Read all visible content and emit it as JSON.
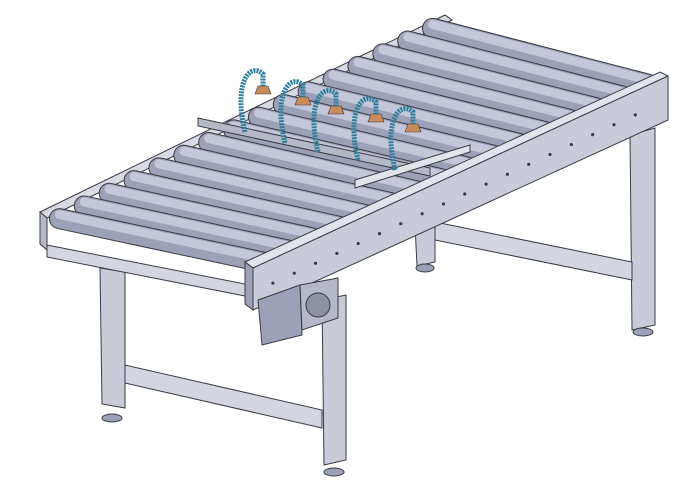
{
  "model": {
    "subject": "roller-conveyor-cad-render",
    "roller_count": 16,
    "nozzle_count": 5
  },
  "colors": {
    "background": "#ffffff",
    "frame": "#c9ccd8",
    "frame_dark": "#8e92a4",
    "roller": "#c4c7d9",
    "roller_shade": "#9da1b8",
    "hose": "#2f7f9c",
    "nozzle": "#c98a5a",
    "outline": "#3a3a44"
  }
}
